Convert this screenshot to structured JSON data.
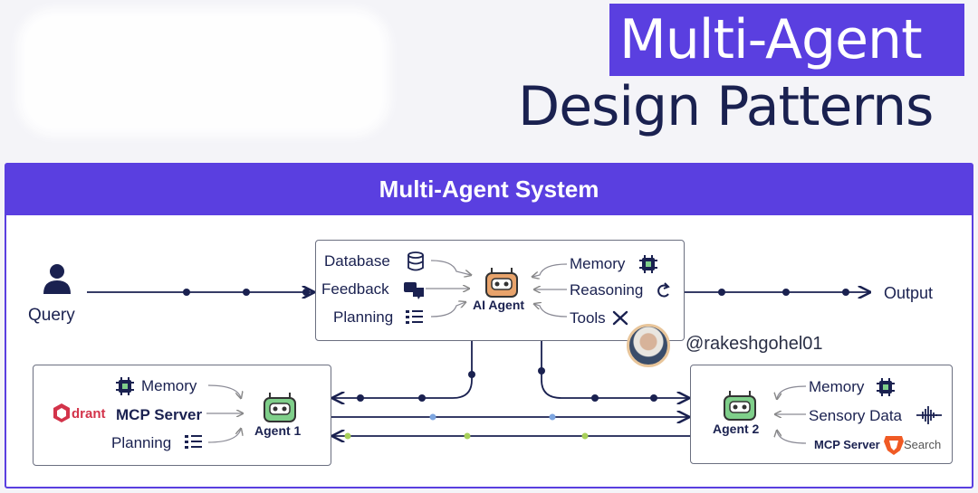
{
  "header": {
    "title_line1": "Multi-Agent",
    "title_line2": "Design Patterns"
  },
  "system": {
    "title": "Multi-Agent System",
    "query_label": "Query",
    "output_label": "Output",
    "author_handle": "@rakeshgohel01"
  },
  "ai_agent": {
    "name": "AI Agent",
    "left_items": [
      "Database",
      "Feedback",
      "Planning"
    ],
    "right_items": [
      "Memory",
      "Reasoning",
      "Tools"
    ]
  },
  "agent1": {
    "name": "Agent 1",
    "brand": "drant",
    "items": [
      "Memory",
      "MCP Server",
      "Planning"
    ]
  },
  "agent2": {
    "name": "Agent 2",
    "items": [
      "Memory",
      "Sensory Data",
      "MCP Server"
    ],
    "search_label": "Search"
  },
  "colors": {
    "accent": "#5a3fe0",
    "navy": "#1a2150",
    "robot": "#e8a36b",
    "robot_green": "#7fcf8a",
    "qdrant": "#d3334a"
  }
}
